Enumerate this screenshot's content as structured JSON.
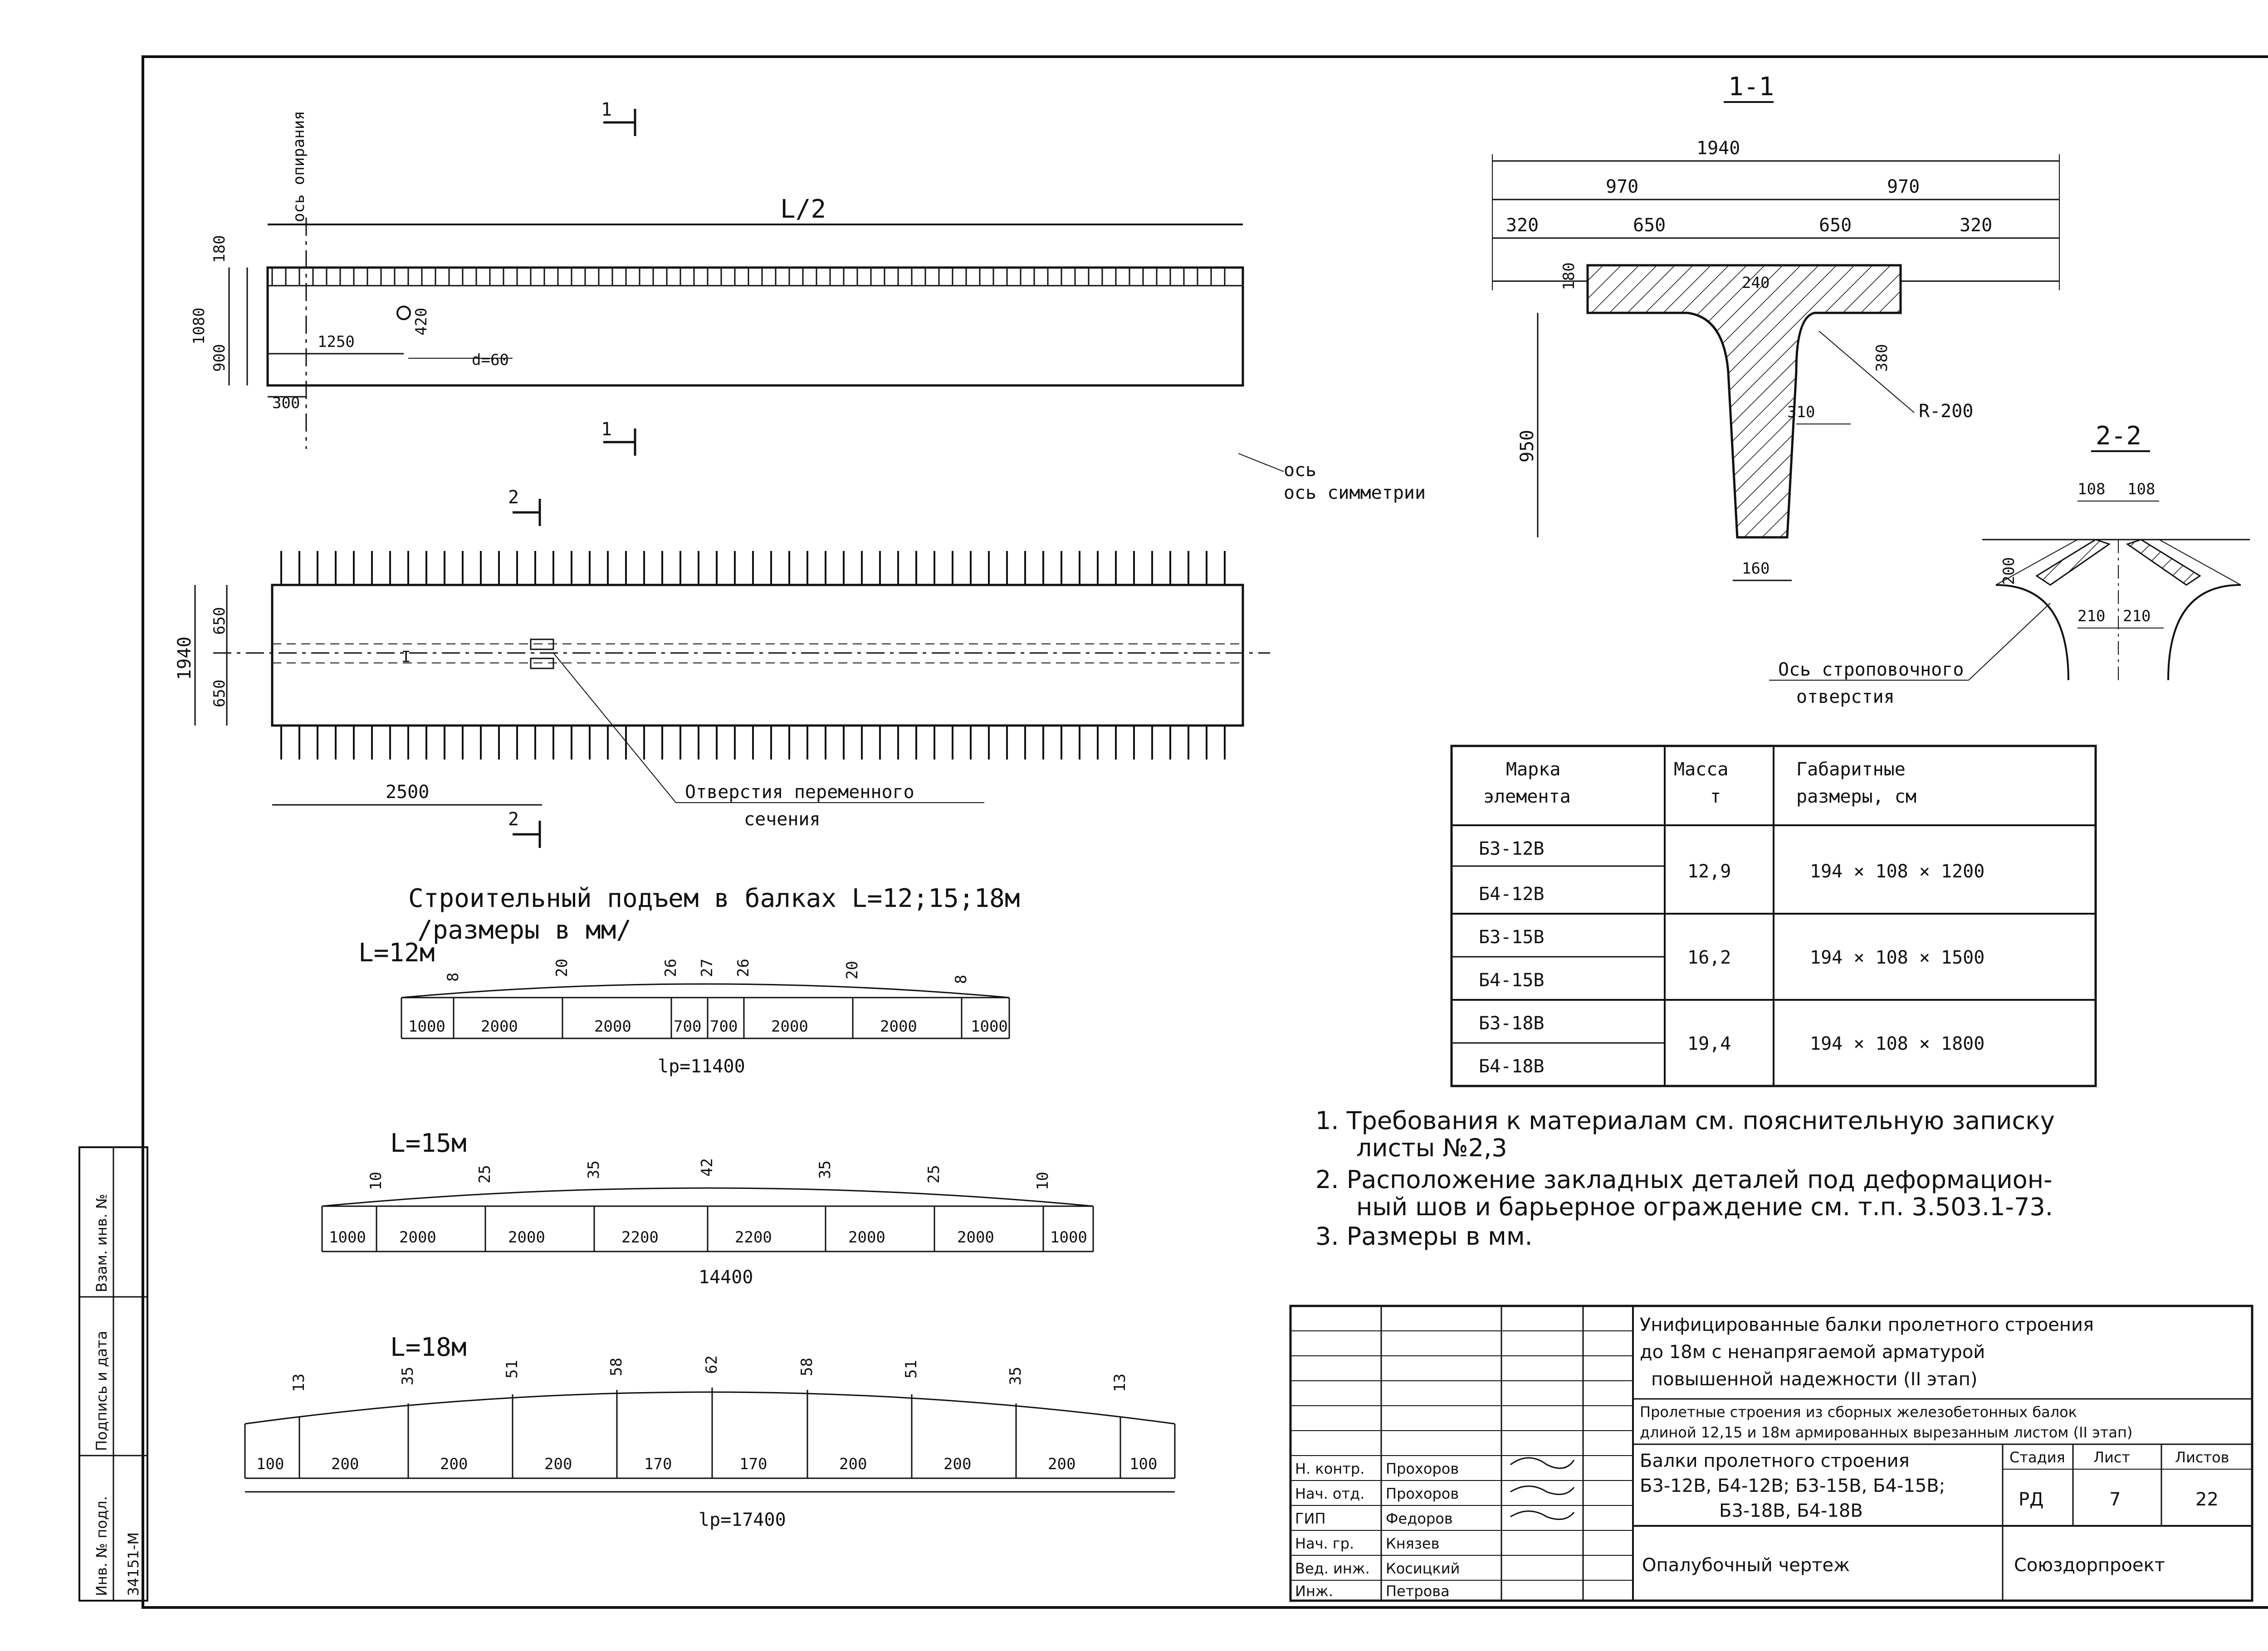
{
  "plan": {
    "section_mark": "1",
    "section_mark_2": "2",
    "support_axis": "ось опирания",
    "half_span": "L/2",
    "dims_vertical": {
      "top": "180",
      "web": "900",
      "total": "1080"
    },
    "hole_pos": "1250",
    "hole_offset": "420",
    "hole_diameter": "d=60",
    "end_offset": "300",
    "sym_axis": "ось симметрии",
    "width_total": "1940",
    "width_half": "650",
    "hole_dist": "2500",
    "hole_note": [
      "Отверстия переменного",
      "сечения"
    ]
  },
  "section_1_1": {
    "title": "1-1",
    "w_total": "1940",
    "w_half": "970",
    "w_cant": "320",
    "w_mid": "650",
    "flange_h": "180",
    "web_top": "240",
    "haunch": "380",
    "height": "950",
    "r_web": "310",
    "radius": "R-200",
    "bottom": "160"
  },
  "section_2_2": {
    "title": "2-2",
    "top_a": "108",
    "top_b": "108",
    "side": "200",
    "low_a": "210",
    "low_b": "210",
    "note": [
      "Ось строповочного",
      "отверстия"
    ]
  },
  "camber": {
    "heading": "Строительный подъем в балках L=12;15;18м",
    "subheading": "/размеры в мм/",
    "l12": {
      "label": "L=12м",
      "ordinates": [
        "8",
        "20",
        "26",
        "27",
        "26",
        "20",
        "8"
      ],
      "segments": [
        "1000",
        "2000",
        "2000",
        "700",
        "700",
        "2000",
        "2000",
        "1000"
      ],
      "total": "lр=11400"
    },
    "l15": {
      "label": "L=15м",
      "ordinates": [
        "10",
        "25",
        "35",
        "42",
        "35",
        "25",
        "10"
      ],
      "segments": [
        "1000",
        "2000",
        "2000",
        "2200",
        "2200",
        "2000",
        "2000",
        "1000"
      ],
      "total": "14400"
    },
    "l18": {
      "label": "L=18м",
      "ordinates": [
        "13",
        "35",
        "51",
        "58",
        "62",
        "58",
        "51",
        "35",
        "13"
      ],
      "segments": [
        "100",
        "200",
        "200",
        "200",
        "170",
        "170",
        "200",
        "200",
        "200",
        "100"
      ],
      "total": "lр=17400"
    }
  },
  "table": {
    "headers": [
      [
        "Марка",
        "элемента"
      ],
      [
        "Масса",
        "т"
      ],
      [
        "Габаритные",
        "размеры, см"
      ]
    ],
    "rows": [
      {
        "marks": [
          "Б3-12В",
          "Б4-12В"
        ],
        "mass": "12,9",
        "dims": "194 × 108 × 1200"
      },
      {
        "marks": [
          "Б3-15В",
          "Б4-15В"
        ],
        "mass": "16,2",
        "dims": "194 × 108 × 1500"
      },
      {
        "marks": [
          "Б3-18В",
          "Б4-18В"
        ],
        "mass": "19,4",
        "dims": "194 × 108 × 1800"
      }
    ]
  },
  "notes": [
    "1. Требования к материалам см. пояснительную записку",
    "листы №2,3",
    "2. Расположение закладных деталей под деформацион-",
    "ный шов и барьерное ограждение см. т.п. 3.503.1-73.",
    "3. Размеры в мм."
  ],
  "title_block": {
    "project": [
      "Унифицированные балки пролетного строения",
      "до 18м с ненапрягаемой арматурой",
      "повышенной надежности (II этап)"
    ],
    "subproject": [
      "Пролетные строения из сборных железобетонных балок",
      "длиной 12,15 и 18м армированных вырезанным листом (II этап)"
    ],
    "sheet_title": [
      "Балки пролетного строения",
      "Б3-12В, Б4-12В; Б3-15В, Б4-15В;",
      "Б3-18В, Б4-18В"
    ],
    "drawing": "Опалубочный чертеж",
    "org": "Союздорпроект",
    "stage_h": "Стадия",
    "sheet_h": "Лист",
    "sheets_h": "Листов",
    "stage": "РД",
    "sheet": "7",
    "sheets": "22",
    "roles": [
      "Н. контр.",
      "Нач. отд.",
      "ГИП",
      "Нач. гр.",
      "Вед. инж.",
      "Инж."
    ],
    "names": [
      "Прохоров",
      "Прохоров",
      "Федоров",
      "Князев",
      "Косицкий",
      "Петрова"
    ]
  },
  "side_stamp": {
    "inv_label": "Инв. № подл.",
    "inv": "34151-М",
    "sign_label": "Подпись и дата",
    "vzam_label": "Взам. инв. №"
  }
}
